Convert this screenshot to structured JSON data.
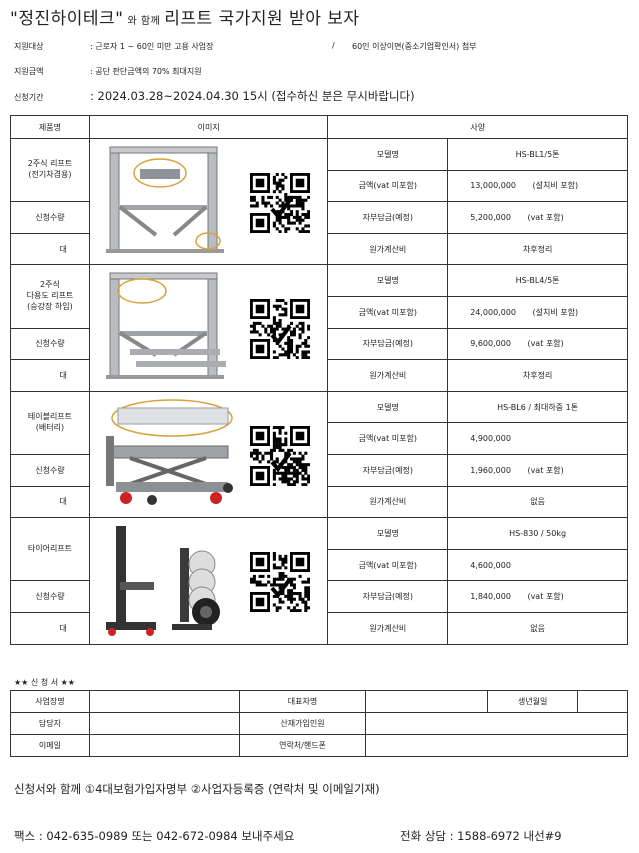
{
  "header": {
    "title_company": "\"정진하이테크\"",
    "title_with": "와 함께",
    "title_main": "리프트 국가지원 받아 보자"
  },
  "info": {
    "target_label": "지원대상",
    "target_value": ": 근로자 1 ~ 60인 미만 고용 사업장",
    "target_sep": "/",
    "target_extra": "60인 이상이면(중소기업확인서) 첨부",
    "amount_label": "지원금액",
    "amount_value": ": 공단 판단금액의 70% 최대지원",
    "period_label": "신청기간",
    "period_value": ": 2024.03.28~2024.04.30 15시 (접수하신 분은 무시바랍니다)"
  },
  "table": {
    "col_product": "제품명",
    "col_image": "이미지",
    "col_spec": "사양",
    "qty_label": "신청수량",
    "unit": "대",
    "spec_labels": {
      "model": "모델명",
      "price": "금액(vat 미포함)",
      "self_pay": "자부담금(예정)",
      "estimate": "원가계산비"
    },
    "products": [
      {
        "name": "2주식 리프트\n(전기차겸용)",
        "model": "HS-BL1/5톤",
        "price": "13,000,000",
        "price_note": "(설치비 포함)",
        "self_pay": "5,200,000",
        "self_pay_note": "(vat 포함)",
        "estimate": "차후정리"
      },
      {
        "name": "2주식\n다용도 리프트\n(승강장 하임)",
        "model": "HS-BL4/5톤",
        "price": "24,000,000",
        "price_note": "(설치비 포함)",
        "self_pay": "9,600,000",
        "self_pay_note": "(vat 포함)",
        "estimate": "차후정리"
      },
      {
        "name": "테이블리프트\n(배터리)",
        "model": "HS-BL6 / 최대하중 1톤",
        "price": "4,900,000",
        "price_note": "",
        "self_pay": "1,960,000",
        "self_pay_note": "(vat 포함)",
        "estimate": "없음"
      },
      {
        "name": "타이어리프트",
        "model": "HS-830 / 50kg",
        "price": "4,600,000",
        "price_note": "",
        "self_pay": "1,840,000",
        "self_pay_note": "(vat 포함)",
        "estimate": "없음"
      }
    ]
  },
  "form": {
    "heading": "★★ 신 청 서 ★★",
    "company": "사업장명",
    "ceo": "대표자명",
    "birth": "생년월일",
    "manager": "담당자",
    "insured": "산재가입인원",
    "email": "이메일",
    "contact": "연락처/핸드폰"
  },
  "footer": {
    "docs": "신청서와 함께 ①4대보험가입자명부 ②사업자등록증 (연락처 및 이메일기재)",
    "fax": "팩스 : 042-635-0989 또는 042-672-0984 보내주세요",
    "phone": "전화 상담 : 1588-6972 내선#9"
  }
}
